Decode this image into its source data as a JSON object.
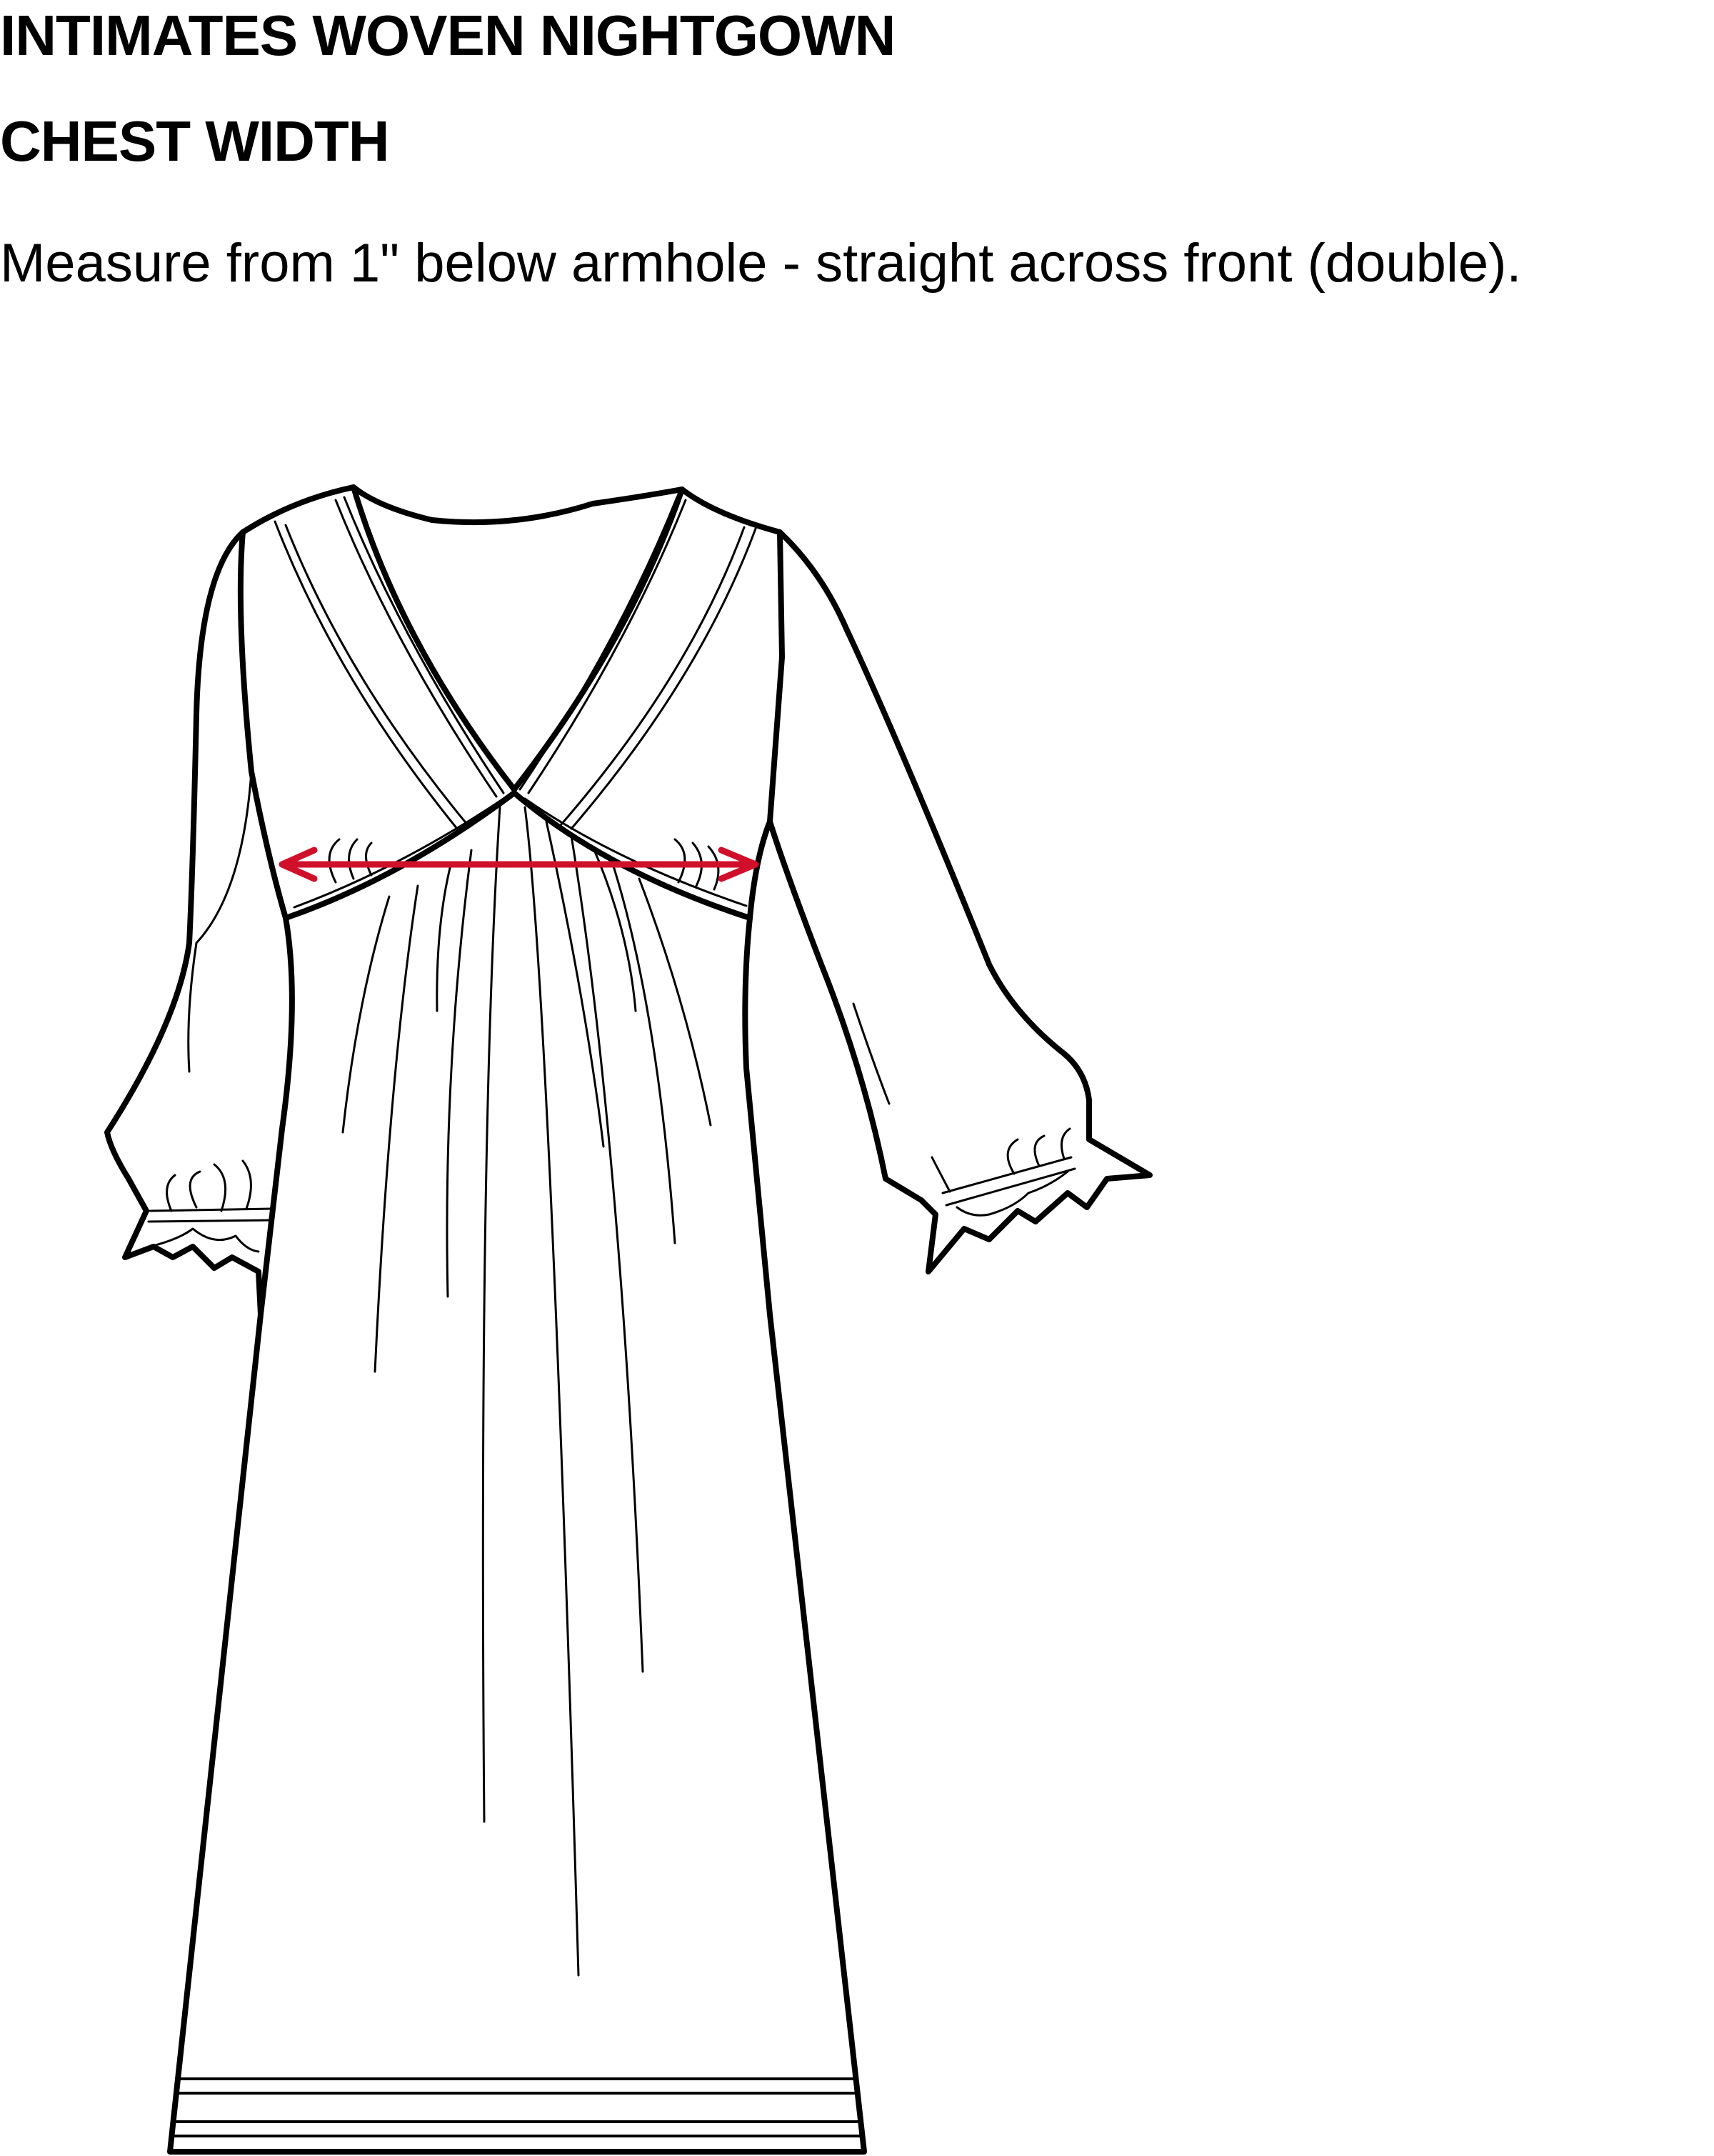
{
  "document": {
    "title": "INTIMATES WOVEN NIGHTGOWN",
    "section_title": "CHEST WIDTH",
    "instructions": "Measure from 1\" below armhole - straight across front (double)."
  },
  "illustration": {
    "garment": "nightgown-technical-flat",
    "measurement_line_color": "#d0102b",
    "outline_color": "#000000"
  }
}
